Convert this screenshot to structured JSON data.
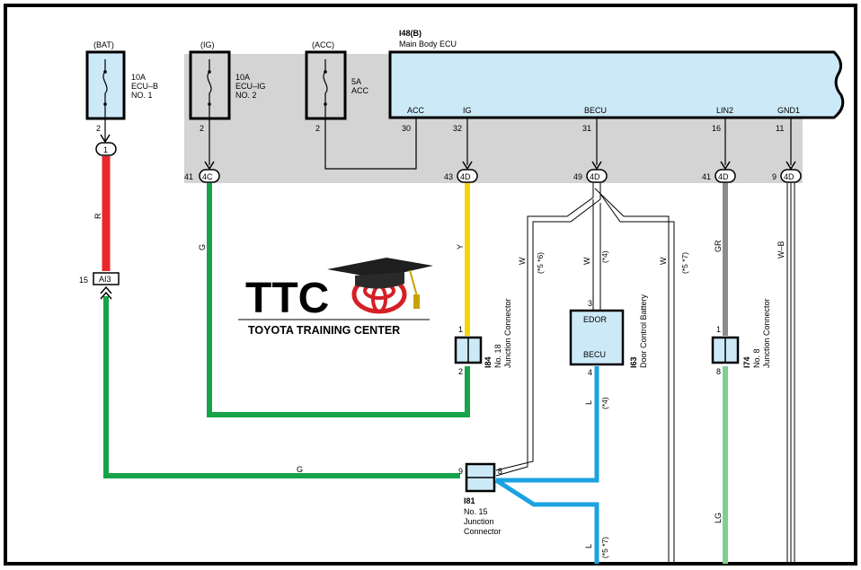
{
  "colors": {
    "frame": "#000000",
    "ecu_fill": "#cce9f7",
    "grey_zone": "#d4d4d4",
    "wire_red": "#e8262c",
    "wire_green": "#16a34a",
    "wire_yellow": "#f5d50a",
    "wire_blue": "#1aa3e0",
    "wire_grey": "#8c8c8c",
    "wire_lightgreen": "#7fcf8f",
    "toyota_red": "#d51f26"
  },
  "fuses": {
    "bat": {
      "source": "(BAT)",
      "rating": "10A",
      "name": "ECU–B",
      "number": "NO. 1",
      "pin": "2"
    },
    "ig": {
      "source": "(IG)",
      "rating": "10A",
      "name": "ECU–IG",
      "number": "NO. 2",
      "pin": "2"
    },
    "acc": {
      "source": "(ACC)",
      "rating": "5A",
      "name": "ACC",
      "pin": "2"
    }
  },
  "ecu": {
    "id": "I48(B)",
    "name": "Main Body ECU",
    "terminals": [
      {
        "label": "ACC",
        "pin": "30"
      },
      {
        "label": "IG",
        "pin": "32"
      },
      {
        "label": "BECU",
        "pin": "31"
      },
      {
        "label": "LIN2",
        "pin": "16"
      },
      {
        "label": "GND1",
        "pin": "11"
      }
    ]
  },
  "junctions": [
    {
      "pin": "41",
      "tag": "4C"
    },
    {
      "pin": "43",
      "tag": "4D"
    },
    {
      "pin": "49",
      "tag": "4D"
    },
    {
      "pin": "41",
      "tag": "4D"
    },
    {
      "pin": "9",
      "tag": "4D"
    }
  ],
  "bat_connector": {
    "pin": "1"
  },
  "ai3": {
    "pin": "15",
    "label": "AI3"
  },
  "wire_labels": {
    "r": "R",
    "g1": "G",
    "g2": "G",
    "y": "Y",
    "w1": "W",
    "w1_note": "(*5 *6)",
    "w2": "W",
    "w2_note": "(*4)",
    "w3": "W",
    "w3_note": "(*5 *7)",
    "gr": "GR",
    "wb": "W–B",
    "l1": "L",
    "l1_note": "(*4)",
    "l2": "L",
    "l2_note": "(*5 *7)",
    "lg": "LG"
  },
  "i84": {
    "id": "I84",
    "line1": "No. 18",
    "line2": "Junction Connector",
    "pin_top": "1",
    "pin_bottom": "2"
  },
  "i63": {
    "id": "I63",
    "line1": "Door Control Battery",
    "top_label": "EDOR",
    "bottom_label": "BECU",
    "pin_top": "3",
    "pin_bottom": "4"
  },
  "i74": {
    "id": "I74",
    "line1": "No. 8",
    "line2": "Junction Connector",
    "pin_top": "1",
    "pin_bottom": "8"
  },
  "i81": {
    "id": "I81",
    "line1": "No. 15",
    "line2": "Junction",
    "line3": "Connector",
    "pin_left": "9",
    "pin_right": "8"
  },
  "logo": {
    "title": "TTC",
    "subtitle": "TOYOTA TRAINING CENTER"
  }
}
